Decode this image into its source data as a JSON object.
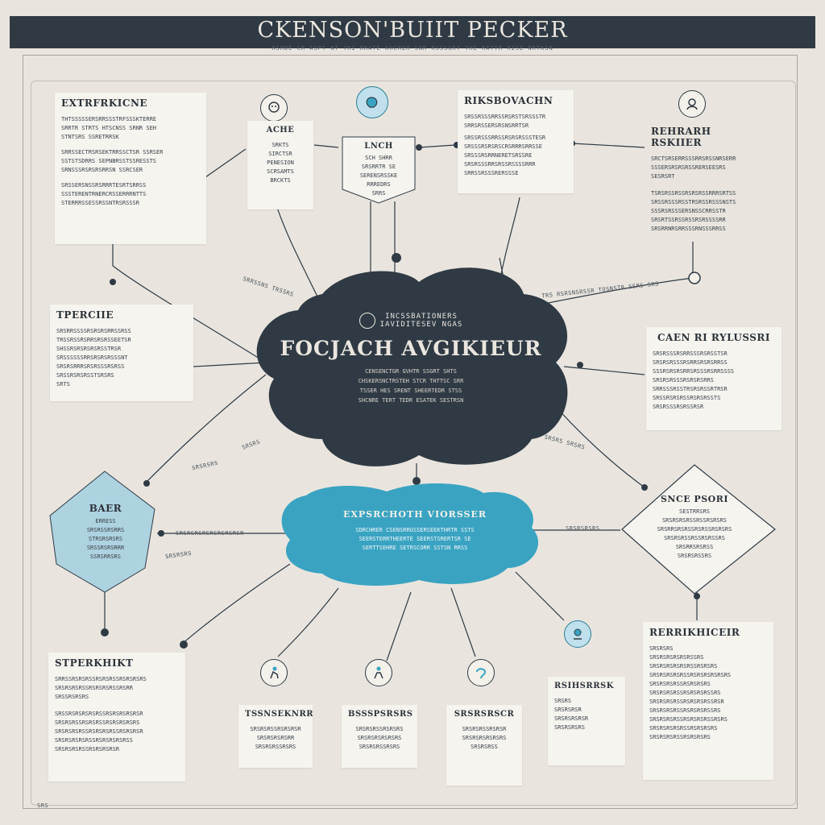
{
  "header": {
    "title": "CKENSON'BUIIT PECKER",
    "subtitle": "RSHDE CR ASPT NT TRI RRATE KHCREH SNR RSSSGRT THE RATTR RISE NRTKSN"
  },
  "center": {
    "icon": "person-head-icon",
    "kicker_lines": [
      "INCSSBATIONERS",
      "IAVIDITESEV NGAS"
    ],
    "title": "FOCJACH AVGIKIEUR",
    "lines": [
      "CENSENCTGR GVHTR SSGRT SHTS",
      "CHSKERSNCTRSTEH STCR THTTSC SRR",
      "TSSER HES SRENT SHEERTEDR STSS",
      "SHCNRE TERT TEDR ESATEK SESTRSN"
    ]
  },
  "secondary": {
    "title": "EXPSRCHOTH VIORSSER",
    "lines": [
      "SDRCHRER CSENSRRGSSERSEEKTHRTR SSTS",
      "SEERSTERRTHEERTE SEERSTSRERTSR SE",
      "SERTTSEHRE SETRSCORR SSTSN RRSS"
    ]
  },
  "cards": {
    "top_left": {
      "title": "EXTRFRKICNE",
      "lines": [
        "THTSSSSSERSRRSSSTRFSSSKTERRE",
        "SRRTR STRTS HTSCNSS SRNR SEH",
        "STNTSRS SSRETRRSK",
        "SRRSSECTRSRSEKTRRSSCTSR SSRSER",
        "SSTSTSDRRS SEPNBRSSTSSRESSTS",
        "SRNSSSRSRSRSRRSN SSRCSER",
        "SRSSERSNSSRSRRRTESRTSRRSS",
        "SSSTERENTRNERCRSSERRRNTTS",
        "STERRRSSESSRSSNTRSRSSSR"
      ]
    },
    "top_mid_a": {
      "title": "ACHE",
      "lines": [
        "SRKTS",
        "SIRCTSR",
        "PENESION",
        "SCRSAMTS",
        "BRCKTS"
      ]
    },
    "top_mid_b": {
      "title": "LNCH",
      "lines": [
        "SCH SHRR",
        "SRSRRTR SE",
        "SERENSRSSKE",
        "RRREDRS",
        "SRRS"
      ]
    },
    "top_right_a": {
      "title": "RIKSBOVACHN",
      "lines": [
        "SRSSRSSSRRSSRSRSTSRSSSTR",
        "SRRSRSSERSRSNSRRTSR",
        "SRSSRSSSRRSSRSRSRSSSTESR",
        "SRSSSRSRSRSCRSRRRSRRSSE",
        "SRSSSRSRRNERETSRSSRE",
        "SRSRSSSRRSRSSRSSSSRRR",
        "SRRSSRSSSRERSSSE"
      ]
    },
    "top_right_b": {
      "title": "REHRARH RSKIIER",
      "lines": [
        "SRCTSRSERRSSSRRSRSSNRSERR",
        "SSSERSRSRSRSSRERSEESRS",
        "SESRSRT",
        "TSRSRSSRSSRSRSRSSRRRSRTSS",
        "SRSSRSSSRSSTRSRSSRSSSNSTS",
        "SSSRSRSSSERSNSSCRRSSTR",
        "SRSRTSSRSSRSSRSRSSSSRR",
        "SRSRRNRSRRSSSRNSSSRRSS"
      ]
    },
    "mid_left": {
      "title": "TPERCIIE",
      "lines": [
        "SRSRRSSSSRSRSRSRRSSRSS",
        "TRSSRSSRSRRSRSRSSEETSR",
        "SHSSRSRSRSRSRSSTRSR",
        "SRSSSSSSRRSRSRSRSSSNT",
        "SRSRSRRRSRSRSSSRSRSS",
        "SRSSRSRSRSSTSRSRS",
        "SRTS"
      ]
    },
    "mid_right": {
      "title": "CAEN RI RYLUSSRI",
      "lines": [
        "SRSRSSSRSRRSSSRSRSSTSR",
        "SRSRSRSSSRSRRSRSRSRRSS",
        "SSSRSRSRSRRSRSSSRSRRSSSS",
        "SRSRSRSSSRSRSRSRRS",
        "SRRSSSRSSTRSRSRSSRTRSR",
        "SRSSRSRSRSSRSRSRSSTS",
        "SRSRSSSRSRSSRSR"
      ]
    },
    "left_diamond": {
      "title": "BAER",
      "lines": [
        "ERRESS",
        "SRSRSSRSRRS",
        "STRSRSRSRS",
        "SRSSRSRSRRR",
        "SSRSRRSRS"
      ]
    },
    "right_diamond": {
      "title": "SNCE PSORI",
      "lines": [
        "SESTRRSRS",
        "SRSRSRSRSSRSSRSRSRS",
        "SRSRRSRSRSSRSRSSRSRSRS",
        "SRSRSRSSRSSRSRSSRS",
        "SRSRRSRSRSS",
        "SRSRSRSSRS"
      ]
    },
    "bottom_left": {
      "title": "STPERKHIKT",
      "lines": [
        "SRRSSRSRSRSSRSRSRSSRSRSRSRS",
        "SRSRSRSRSSRSRSRSRSSRSRR",
        "SRSSRSRSRS",
        "SRSSRSRSRSRSRSSRSRSRSRSRSR",
        "SRSRSRSSRSRSRSSRSRSRSRSRS",
        "SRSRSRSRSSRSRSRSRSSRSRSRSR",
        "SRSRSRSRSRSSRSRSRSRSRSS",
        "SRSRSRSRSSRSRSRSRSR"
      ]
    },
    "bottom_1": {
      "title": "TSSNSEKNRR",
      "lines": [
        "SRSRSRSSRSRSRSR",
        "SRSRSRSRSRR",
        "SRSRSRSSRSRS"
      ]
    },
    "bottom_2": {
      "title": "BSSSPSRSRS",
      "lines": [
        "SRSRSRSSRSRSRS",
        "SRSRSRSRSRSRS",
        "SRSRSRSSRSRS"
      ]
    },
    "bottom_3": {
      "title": "SRSRSRSCR",
      "lines": [
        "SRSRSRSSRSRSR",
        "SRSRSRSRSRSRS",
        "SRSRSRSS"
      ]
    },
    "bottom_4": {
      "title": "RSIHSRRSK",
      "lines": [
        "SRSRS",
        "SRSRSRSR",
        "SRSRSRSRSR",
        "SRSRSRSRS"
      ]
    },
    "bottom_right": {
      "title": "RERRIKHICEIR",
      "lines": [
        "SRSRSRS",
        "SRSRSRSRSRSRSSRS",
        "SRSRSRSRSRSRSSRSRSRS",
        "SRSRSRSRSRSSRSRSRSRSRSRS",
        "SRSRSRSRSSRSRSRSRS",
        "SRSRSRSRSSRSRSRSRSSRS",
        "SRSRSRSRSSRSRSRSRSSRSR",
        "SRSRSRSRSSRSRSRSRSSRS",
        "SRSRSRSRSSRSRSRSRSSRSRS",
        "SRSRSRSRSRSSRSRSRSRS",
        "SRSRSRSRSSRSRSRSRS"
      ]
    }
  },
  "connector_labels": {
    "upper_left": "SRRSSNS TRSSRS",
    "upper_right": "TRS RSRSNSRSSR TOSNSTR SSRS SRS",
    "mid_left_a": "SRSRS",
    "mid_left_b": "SRSRSRS",
    "mid_right": "SRSRS SRSRS",
    "lower_left_a": "SRSRSRSRSRSRSRSRSR",
    "lower_left_b": "SRSRSRS",
    "lower_right": "SRSRSRSRS",
    "bottom_edge": "SRS"
  },
  "icons": {
    "top_a": "face-icon",
    "top_b": "brain-icon",
    "top_right": "person-icon",
    "bottom_1": "figure-icon",
    "bottom_2": "figure-icon",
    "bottom_3": "figure-icon",
    "bottom_4": "figure-icon"
  },
  "colors": {
    "navy": "#2f3a44",
    "teal": "#3aa3c2",
    "paper": "#f6f4ef",
    "background": "#e9e5de"
  }
}
